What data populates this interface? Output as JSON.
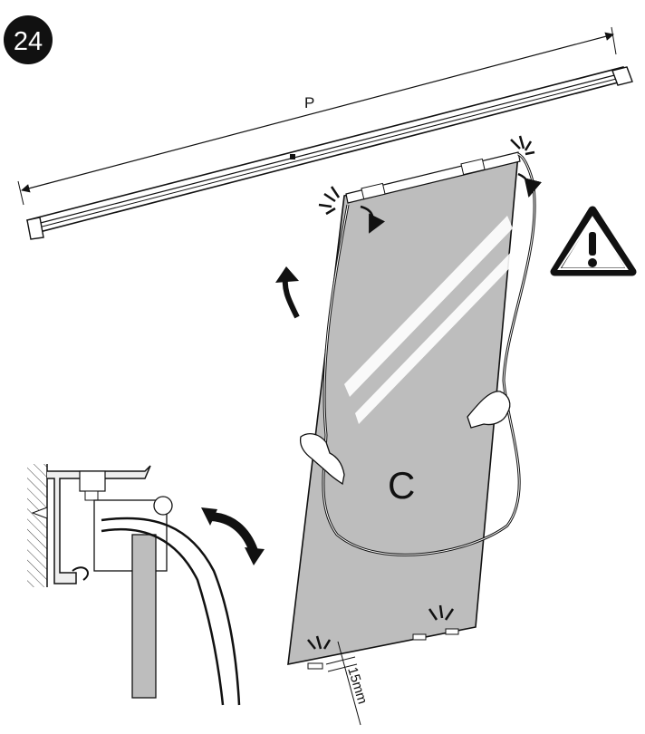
{
  "step": {
    "number": "24"
  },
  "labels": {
    "rail_length": "P",
    "panel": "C",
    "bottom_gap": "15mm"
  },
  "icons": {
    "warning": "warning-triangle-icon",
    "rotate": "curved-arrow-icon"
  },
  "colors": {
    "glass": "#bdbdbd",
    "stroke": "#111111",
    "badge": "#111111",
    "badge_text": "#ffffff"
  }
}
